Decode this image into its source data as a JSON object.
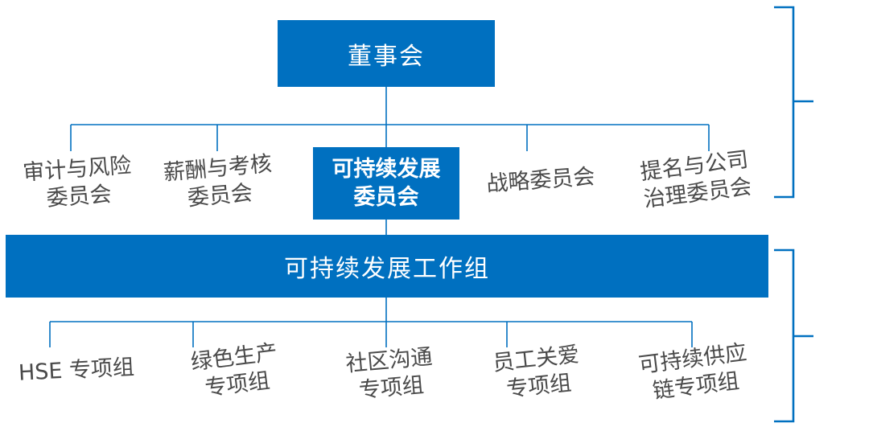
{
  "colors": {
    "primary_blue": "#0070C0",
    "connector_blue": "#0070C0",
    "bracket_blue": "#0070C0",
    "label_gray": "#4a4a4a",
    "background": "#ffffff"
  },
  "org_chart": {
    "board": {
      "label": "董事会"
    },
    "committees": [
      {
        "line1": "审计与风险",
        "line2": "委员会"
      },
      {
        "line1": "薪酬与考核",
        "line2": "委员会"
      },
      {
        "line1": "可持续发展",
        "line2": "委员会",
        "highlight": true
      },
      {
        "line1": "战略委员会",
        "line2": ""
      },
      {
        "line1": "提名与公司",
        "line2": "治理委员会"
      }
    ],
    "working_group": {
      "label": "可持续发展工作组"
    },
    "task_groups": [
      {
        "line1": "HSE 专项组",
        "line2": ""
      },
      {
        "line1": "绿色生产",
        "line2": "专项组"
      },
      {
        "line1": "社区沟通",
        "line2": "专项组"
      },
      {
        "line1": "员工关爱",
        "line2": "专项组"
      },
      {
        "line1": "可持续供应",
        "line2": "链专项组"
      }
    ]
  }
}
